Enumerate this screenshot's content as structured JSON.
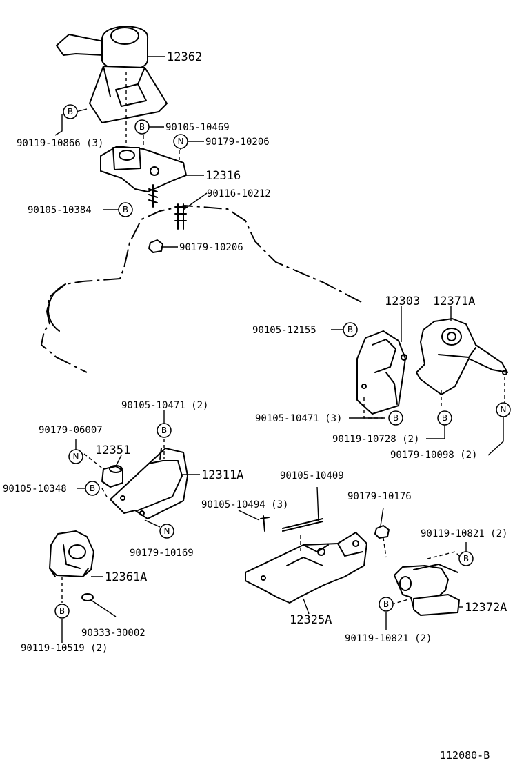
{
  "figure_code": "112080-B",
  "labels": {
    "p12362": "12362",
    "p90119_10866": "90119-10866 (3)",
    "p90105_10469": "90105-10469",
    "p90179_10206a": "90179-10206",
    "p12316": "12316",
    "p90105_10384": "90105-10384",
    "p90116_10212": "90116-10212",
    "p90179_10206b": "90179-10206",
    "p12303": "12303",
    "p12371A": "12371A",
    "p90105_12155": "90105-12155",
    "p90105_10471_3": "90105-10471 (3)",
    "p90119_10728": "90119-10728 (2)",
    "p90179_10098": "90179-10098 (2)",
    "p90105_10471_2": "90105-10471 (2)",
    "p90179_06007": "90179-06007",
    "p12351": "12351",
    "p12311A": "12311A",
    "p90105_10348": "90105-10348",
    "p90179_10169": "90179-10169",
    "p90105_10409": "90105-10409",
    "p90105_10494": "90105-10494 (3)",
    "p90179_10176": "90179-10176",
    "p90119_10821a": "90119-10821 (2)",
    "p12361A": "12361A",
    "p12372A": "12372A",
    "p90333_30002": "90333-30002",
    "p90119_10519": "90119-10519 (2)",
    "p12325A": "12325A",
    "p90119_10821b": "90119-10821 (2)"
  },
  "symbols": {
    "bolt": "B",
    "nut": "N"
  }
}
